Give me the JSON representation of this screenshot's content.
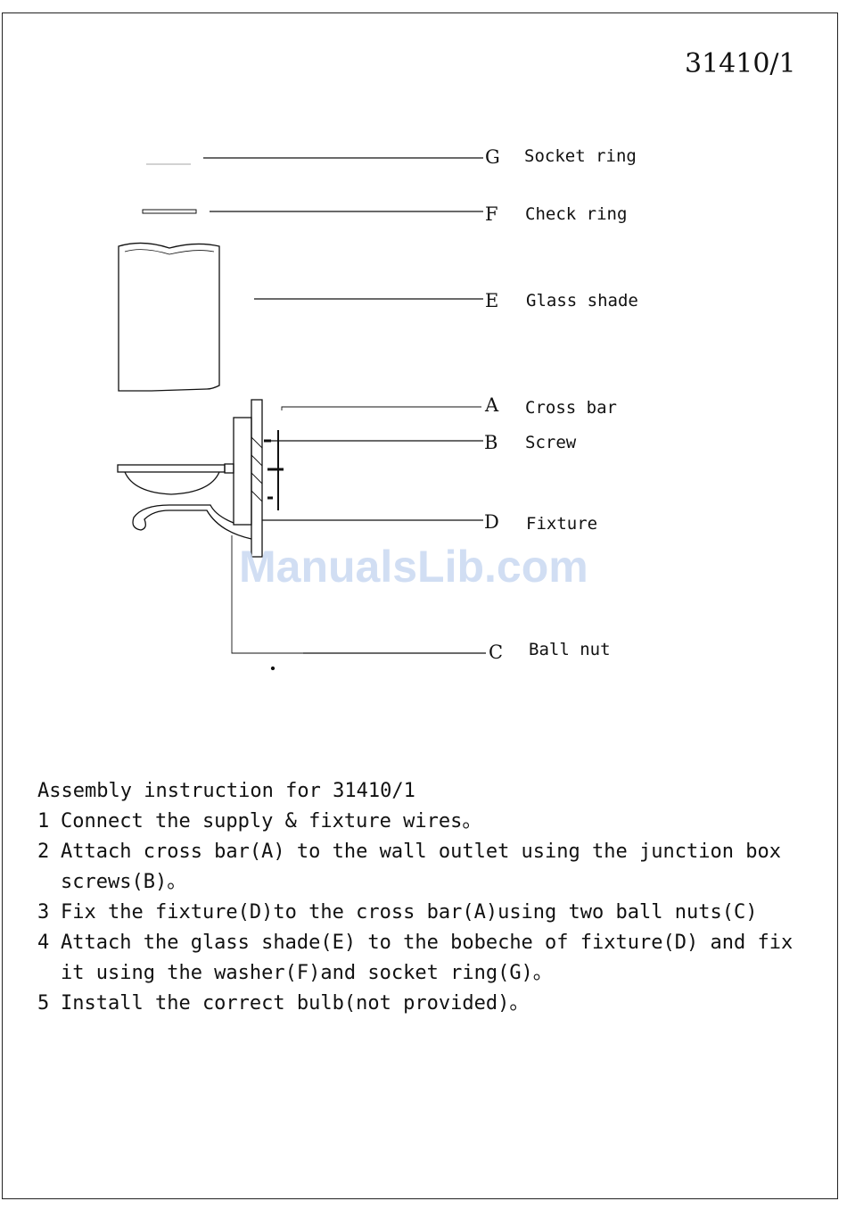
{
  "document": {
    "model_number": "31410/1",
    "watermark": "ManualsLib.com"
  },
  "parts": [
    {
      "letter": "G",
      "name": "Socket ring"
    },
    {
      "letter": "F",
      "name": "Check ring"
    },
    {
      "letter": "E",
      "name": "Glass shade"
    },
    {
      "letter": "A",
      "name": "Cross bar"
    },
    {
      "letter": "B",
      "name": "Screw"
    },
    {
      "letter": "D",
      "name": "Fixture"
    },
    {
      "letter": "C",
      "name": "Ball nut"
    }
  ],
  "instructions": {
    "title": "Assembly instruction for 31410/1",
    "steps": [
      {
        "num": "1",
        "text": "Connect the supply & fixture wires。"
      },
      {
        "num": "2",
        "text": "Attach cross bar(A) to the wall outlet using the junction box screws(B)。"
      },
      {
        "num": "3",
        "text": "Fix the fixture(D)to the cross bar(A)using two ball nuts(C)"
      },
      {
        "num": "4",
        "text": "Attach the glass shade(E) to the bobeche of fixture(D) and fix it using the washer(F)and socket ring(G)。"
      },
      {
        "num": "5",
        "text": "Install the correct bulb(not provided)。"
      }
    ]
  }
}
